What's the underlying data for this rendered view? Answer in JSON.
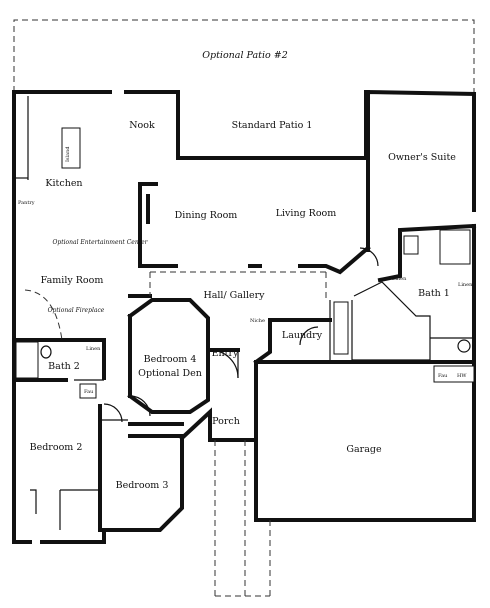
{
  "rooms": {
    "optional_patio_2": "Optional Patio #2",
    "nook": "Nook",
    "standard_patio_1": "Standard Patio 1",
    "owners_suite": "Owner's Suite",
    "kitchen": "Kitchen",
    "island": "Island",
    "pantry": "Pantry",
    "dining_room": "Dining Room",
    "living_room": "Living Room",
    "optional_entertainment_center": "Optional Entertainment Center",
    "family_room": "Family Room",
    "optional_fireplace": "Optional Fireplace",
    "hall_gallery": "Hall/ Gallery",
    "niche": "Niche",
    "laundry": "Laundry",
    "bath_1": "Bath 1",
    "linen_bath1": "Linen",
    "linen_right": "Linen",
    "bath_2": "Bath 2",
    "linen_bath2": "Linen",
    "bedroom_4": "Bedroom 4",
    "optional_den": "Optional Den",
    "entry": "Entry",
    "fau_hall": "Fau",
    "fau_garage": "Fau",
    "hw": "HW",
    "porch": "Porch",
    "bedroom_2": "Bedroom 2",
    "bedroom_3": "Bedroom 3",
    "garage": "Garage"
  }
}
